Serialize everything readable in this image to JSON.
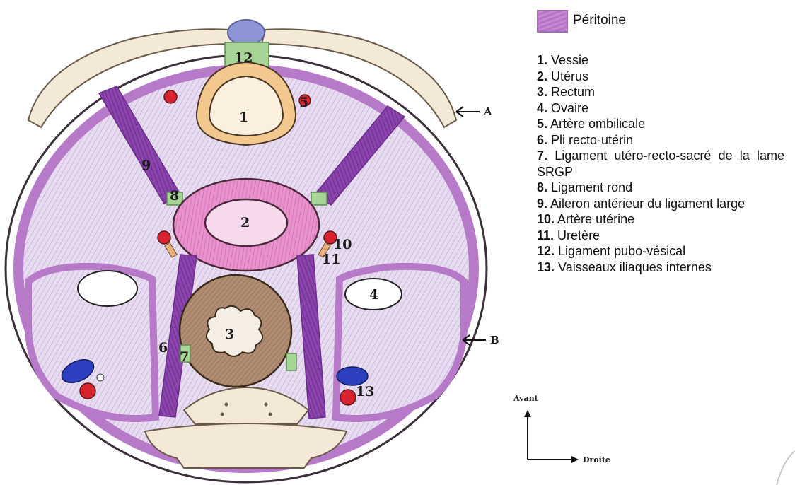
{
  "legend": {
    "peritoine_label": "Péritoine",
    "items": [
      {
        "num": "1.",
        "label": "Vessie"
      },
      {
        "num": "2.",
        "label": "Utérus"
      },
      {
        "num": "3.",
        "label": "Rectum"
      },
      {
        "num": "4.",
        "label": "Ovaire"
      },
      {
        "num": "5.",
        "label": "Artère ombilicale"
      },
      {
        "num": "6.",
        "label": "Pli recto-utérin"
      },
      {
        "num": "7.",
        "label": "Ligament utéro-recto-sacré de la lame SRGP"
      },
      {
        "num": "8.",
        "label": "Ligament rond"
      },
      {
        "num": "9.",
        "label": "Aileron antérieur du ligament large"
      },
      {
        "num": "10.",
        "label": "Artère utérine"
      },
      {
        "num": "11.",
        "label": "Uretère"
      },
      {
        "num": "12.",
        "label": "Ligament pubo-vésical"
      },
      {
        "num": "13.",
        "label": "Vaisseaux iliaques internes"
      }
    ]
  },
  "figure": {
    "structure_numbers": [
      "1",
      "2",
      "3",
      "4",
      "5",
      "6",
      "7",
      "8",
      "9",
      "10",
      "11",
      "12",
      "13"
    ],
    "arrow_labels": {
      "a": "A",
      "b": "B"
    },
    "orientation": {
      "up": "Avant",
      "right": "Droite"
    }
  },
  "colors": {
    "peritoine": "#b77ac8",
    "ligament": "#7a3a9a",
    "fossa_fill": "#e6dcef",
    "bladder_wall": "#f2c88e",
    "uterus": "#e07fc0",
    "rectum": "#a98266",
    "artery": "#d8232f",
    "vein": "#2d3fbf",
    "connective": "#9bd08a"
  }
}
